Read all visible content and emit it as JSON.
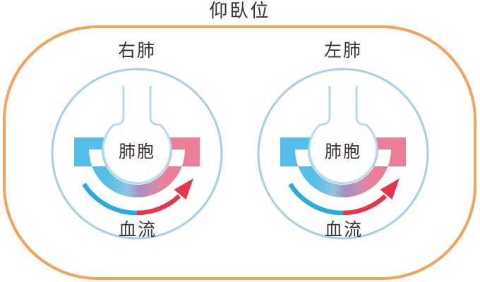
{
  "title": "仰臥位",
  "lungs": [
    {
      "label": "右肺",
      "alveolus": "肺胞",
      "flow": "血流"
    },
    {
      "label": "左肺",
      "alveolus": "肺胞",
      "flow": "血流"
    }
  ],
  "colors": {
    "border_orange": "#F1A35C",
    "lung_circle": "#A5CFE7",
    "alveolus_stroke": "#B5DAF0",
    "band_blue": "#54BEE8",
    "band_blue_light": "#8FC4E2",
    "band_mauve": "#A390C1",
    "band_pink_light": "#CF8BAE",
    "band_pink": "#EC7E98",
    "flow_blue": "#29ABE2",
    "flow_red": "#E8354E",
    "text": "#3A3230"
  }
}
